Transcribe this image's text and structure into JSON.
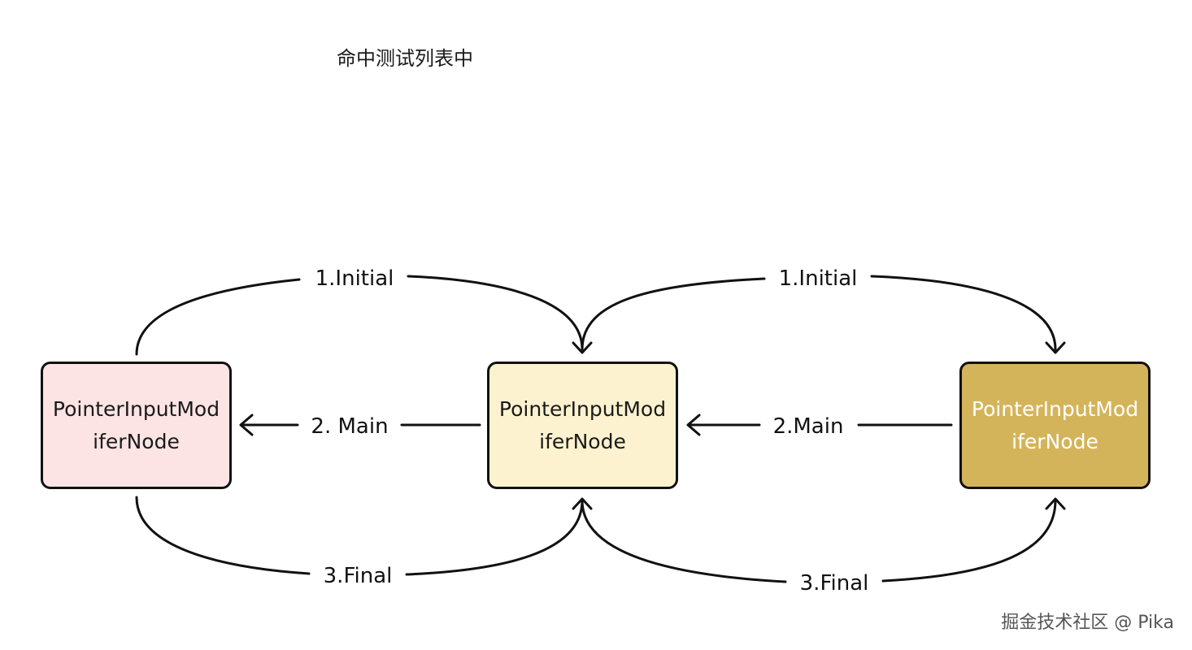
{
  "title": "命中测试列表中",
  "nodes": {
    "left": "PointerInputModiferNode",
    "middle": "PointerInputModiferNode",
    "right": "PointerInputModiferNode"
  },
  "edges": {
    "initial_left": "1.Initial",
    "initial_right": "1.Initial",
    "main_left": "2. Main",
    "main_right": "2.Main",
    "final_left": "3.Final",
    "final_right": "3.Final"
  },
  "colors": {
    "left_node": "#fde4e4",
    "middle_node": "#fdf2cf",
    "right_node": "#d4b45a",
    "stroke": "#111111"
  },
  "watermark": "掘金技术社区 @ Pika"
}
